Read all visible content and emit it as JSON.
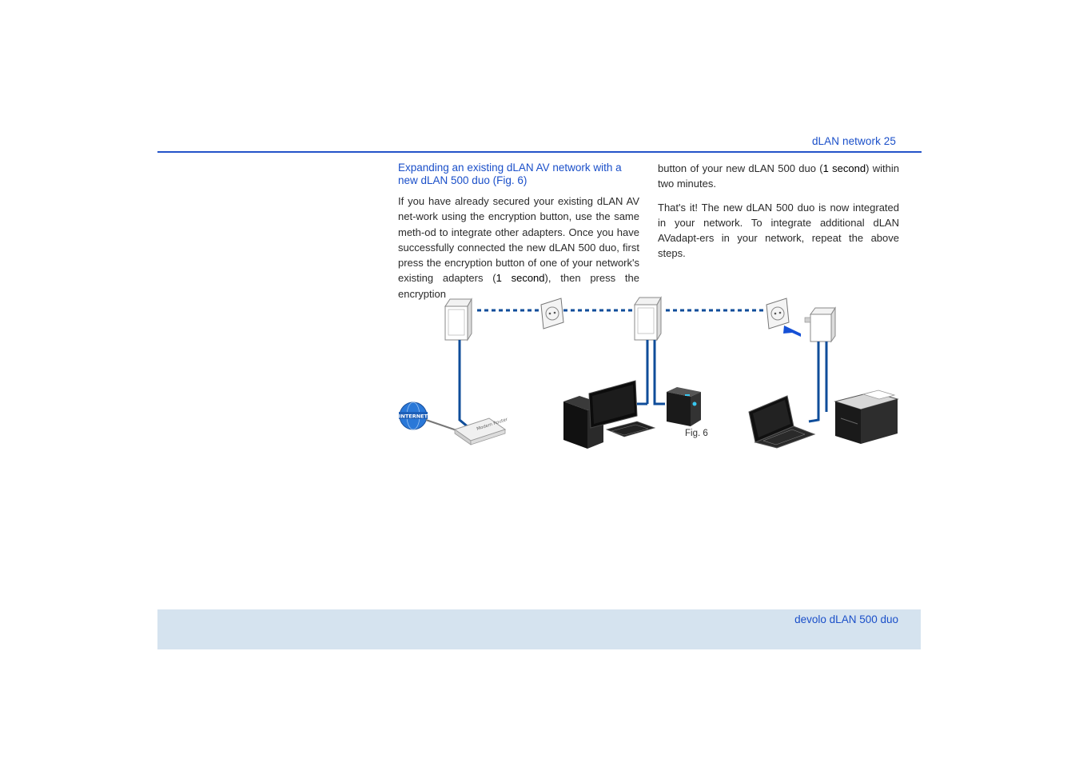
{
  "header": {
    "title": "dLAN network 25"
  },
  "section": {
    "heading": "Expanding an existing dLAN AV network with a new dLAN 500 duo (Fig. 6)",
    "left_text_a": "If you have already secured your existing dLAN AV net-work using the encryption button, use the same meth-od to integrate other adapters. Once you have successfully connected the new dLAN 500 duo, first press the encryption button of one of your network's existing adapters (",
    "left_em": "1 second",
    "left_text_b": "), then press the encryption",
    "right_text_a": "button of your new dLAN 500 duo (",
    "right_em": "1 second",
    "right_text_b": ") within two minutes.",
    "right_para2": "That's it! The new dLAN 500 duo is now integrated in your network. To integrate additional dLAN AVadapt-ers in your network, repeat the above steps."
  },
  "figure": {
    "label": "Fig. 6",
    "internet_label": "INTERNET",
    "router_label": "Modem Router",
    "colors": {
      "cable": "#0f4d9a",
      "dashed": "#0f4d9a",
      "arrow": "#1550d6",
      "globe": "#2a78d8"
    }
  },
  "footer": {
    "title": "devolo dLAN 500 duo"
  }
}
